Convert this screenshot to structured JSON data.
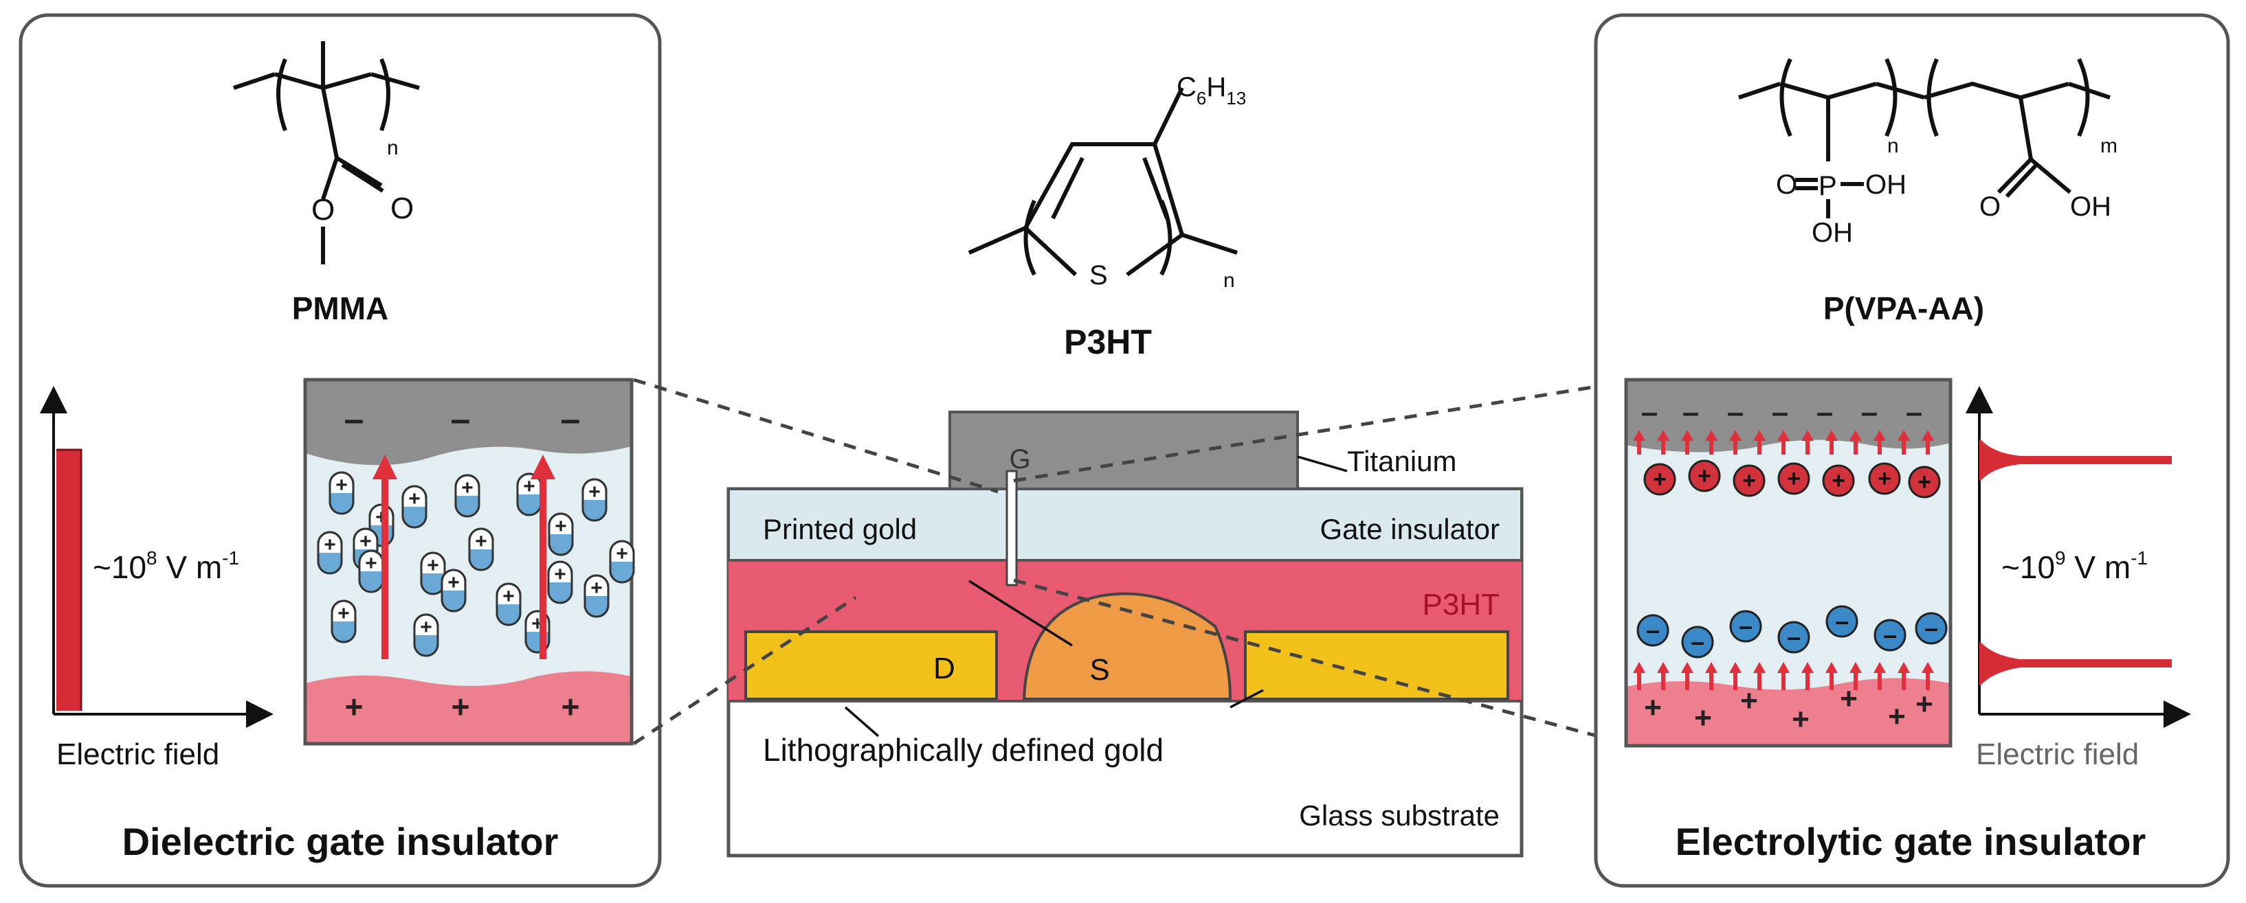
{
  "left_panel": {
    "caption": "Dielectric gate insulator",
    "polymer_name": "PMMA",
    "chem": {
      "ester_o_double": "O",
      "ester_o_single": "O",
      "repeat": "n"
    },
    "field_value": "~10",
    "field_exp": "8",
    "field_unit": " V m",
    "field_unit_exp": "-1",
    "axis_label": "Electric field",
    "top_charge": "–",
    "bottom_charge": "+"
  },
  "center": {
    "polymer_name": "P3HT",
    "chem": {
      "sulfur": "S",
      "repeat": "n",
      "side_chain_c": "C",
      "side_chain_c_sub": "6",
      "side_chain_h": "H",
      "side_chain_h_sub": "13"
    },
    "labels": {
      "gate": "G",
      "titanium": "Titanium",
      "printed_gold": "Printed gold",
      "gate_insulator": "Gate insulator",
      "p3ht_layer": "P3HT",
      "drain": "D",
      "source": "S",
      "litho_gold": "Lithographically defined gold",
      "substrate": "Glass substrate"
    },
    "colors": {
      "gate_fill": "#8e8e8e",
      "insulator_fill": "#d9e9ee",
      "p3ht_fill": "#e75a70",
      "gold_fill": "#f3c21a",
      "printed_gold_fill": "#ef9a45",
      "substrate_fill": "#ffffff"
    }
  },
  "right_panel": {
    "caption": "Electrolytic gate insulator",
    "polymer_name": "P(VPA-AA)",
    "chem": {
      "phos_o": "O",
      "phos_p": "P",
      "phos_oh_right": "OH",
      "phos_oh_bottom": "OH",
      "acid_o": "O",
      "acid_oh": "OH",
      "repeat_n": "n",
      "repeat_m": "m"
    },
    "field_value": "~10",
    "field_exp": "9",
    "field_unit": " V m",
    "field_unit_exp": "-1",
    "axis_label": "Electric field",
    "top_charge": "–",
    "bottom_charge": "+",
    "cation_symbol": "+",
    "anion_symbol": "–"
  },
  "colors": {
    "field_red": "#d62c35",
    "arrow_red": "#e0303c",
    "gate_gray": "#8f8f8f",
    "electrolyte_bg": "#e3eef3",
    "semiconductor_pink": "#ee7f8e",
    "cation_red": "#d2323c",
    "anion_blue": "#3b88c6",
    "dipole_blue": "#6aa9d6",
    "frame": "#555555",
    "dashed": "#444444"
  }
}
